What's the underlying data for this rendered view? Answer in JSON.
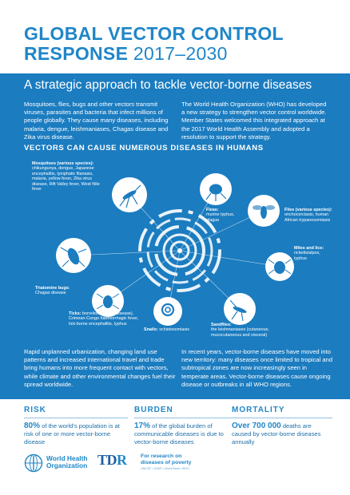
{
  "header": {
    "title_line1": "GLOBAL VECTOR CONTROL",
    "title_line2": "RESPONSE",
    "title_years": "2017–2030"
  },
  "panel": {
    "heading": "A strategic approach to tackle vector-borne diseases",
    "intro_left": "Mosquitoes, flies, bugs and other vectors transmit viruses, parasites and bacteria that infect millions of people globally. They cause many diseases, including malaria, dengue, leishmaniases, Chagas disease and Zika virus disease.",
    "intro_right": "The World Health Organization (WHO) has developed a new strategy to strengthen vector control worldwide. Member States welcomed this integrated approach at the 2017 World Health Assembly and adopted a resolution to support the strategy.",
    "vectors_heading": "VECTORS CAN CAUSE NUMEROUS DISEASES IN HUMANS"
  },
  "vectors": {
    "mosquitoes": {
      "name": "Mosquitoes (various species):",
      "diseases": "chikungunya, dengue, Japanese encephalitis, lymphatic filariasis, malaria, yellow fever, Zika virus disease, Rift Valley fever, West Nile fever"
    },
    "fleas": {
      "name": "Fleas:",
      "diseases": "murine typhus, plague"
    },
    "flies": {
      "name": "Flies (various species):",
      "diseases": "onchocerciasis, human African trypanosomiasis"
    },
    "mites": {
      "name": "Mites and lice:",
      "diseases": "rickettsialpox, typhus"
    },
    "sandflies": {
      "name": "Sandflies:",
      "diseases": "the leishmaniases (cutaneous, mucocutaneous and visceral)"
    },
    "snails": {
      "name": "Snails:",
      "diseases": "schistosomiasis"
    },
    "ticks": {
      "name": "Ticks:",
      "diseases": "borreliosis (Lyme disease), Crimean-Congo haemorrhagic fever, tick-borne encephalitis, typhus"
    },
    "triatomine": {
      "name": "Triatomine bugs:",
      "diseases": "Chagas disease"
    }
  },
  "bottom": {
    "left": "Rapid unplanned urbanization, changing land use patterns and increased international travel and trade bring humans into more frequent contact with vectors, while climate and other environmental changes fuel their spread worldwide.",
    "right": "In recent years, vector-borne diseases have moved into new territory: many diseases once limited to tropical and subtropical zones are now increasingly seen in temperate areas. Vector-borne diseases cause ongoing disease or outbreaks in all WHO regions."
  },
  "stats": {
    "risk": {
      "title": "RISK",
      "value": "80%",
      "text": " of the world's population is at risk of one or more vector-borne disease"
    },
    "burden": {
      "title": "BURDEN",
      "value": "17%",
      "text": " of the global burden of communicable diseases is due to vector-borne diseases"
    },
    "mortality": {
      "title": "MORTALITY",
      "value": "Over 700 000",
      "text": " deaths are caused by vector-borne diseases annually"
    }
  },
  "footer": {
    "who_line1": "World Health",
    "who_line2": "Organization",
    "tdr_logo_main": "TD",
    "tdr_logo_r": "R",
    "tdr_line1": "For research on",
    "tdr_line2": "diseases of poverty",
    "tdr_small": "UNICEF • UNDP • World Bank • WHO"
  },
  "colors": {
    "brand_blue": "#1f86c8",
    "panel_blue": "#1b7cc0",
    "text_blue": "#1e6fa8"
  }
}
